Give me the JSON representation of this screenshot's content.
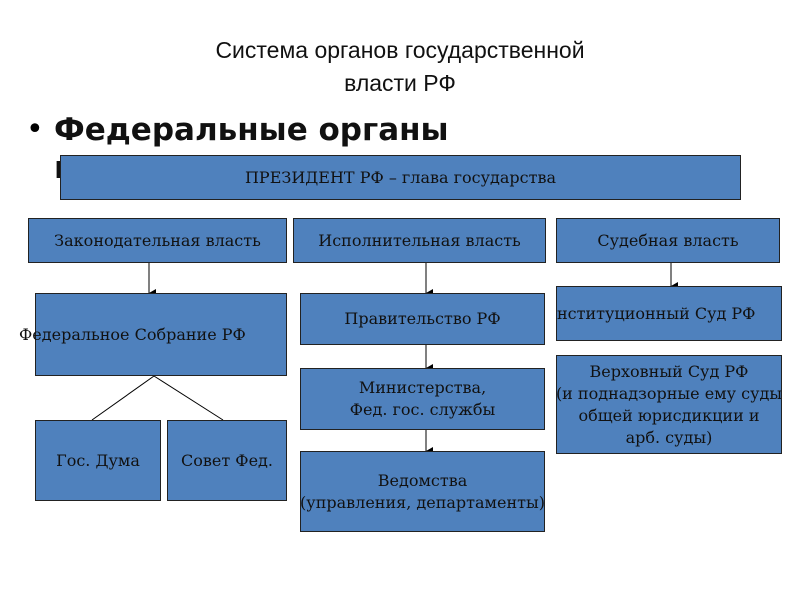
{
  "title": {
    "line1": "Система органов государственной",
    "line2": "власти РФ"
  },
  "bullet": {
    "glyph": "•",
    "text": "Федеральные органы",
    "second_line_partial": "в"
  },
  "boxes": {
    "president": "ПРЕЗИДЕНТ РФ – глава государства",
    "legislative": "Законодательная власть",
    "executive": "Исполнительная власть",
    "judicial": "Судебная власть",
    "federal_assembly": "Федеральное Собрание РФ",
    "state_duma": "Гос. Дума",
    "federation_council": "Совет Фед.",
    "government": "Правительство РФ",
    "ministries": [
      "Министерства,",
      "Фед. гос. службы"
    ],
    "agencies": [
      "Ведомства",
      "(управления, департаменты)"
    ],
    "constitutional_court": "Конституционный Суд РФ",
    "supreme_court": [
      "Верховный Суд РФ",
      "(и поднадзорные ему суды",
      "общей юрисдикции и",
      "арб. суды)"
    ]
  },
  "colors": {
    "box_fill": "#4f81bd",
    "box_border": "#222222",
    "connector": "#000000"
  }
}
